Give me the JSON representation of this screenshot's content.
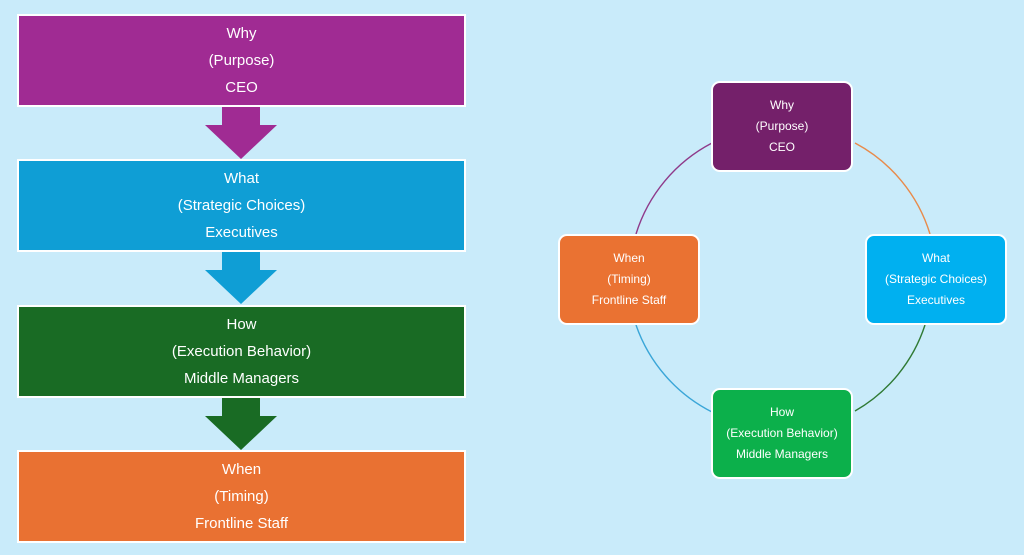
{
  "flow": {
    "why": {
      "line1": "Why",
      "line2": "(Purpose)",
      "line3": "CEO",
      "color": "#a02b93"
    },
    "what": {
      "line1": "What",
      "line2": "(Strategic Choices)",
      "line3": "Executives",
      "color": "#0f9ed5"
    },
    "how": {
      "line1": "How",
      "line2": "(Execution Behavior)",
      "line3": "Middle Managers",
      "color": "#196b24"
    },
    "when": {
      "line1": "When",
      "line2": "(Timing)",
      "line3": "Frontline Staff",
      "color": "#e97132"
    }
  },
  "cycle": {
    "why": {
      "line1": "Why",
      "line2": "(Purpose)",
      "line3": "CEO",
      "color": "#74206a"
    },
    "what": {
      "line1": "What",
      "line2": "(Strategic Choices)",
      "line3": "Executives",
      "color": "#00b0f0"
    },
    "how": {
      "line1": "How",
      "line2": "(Execution Behavior)",
      "line3": "Middle Managers",
      "color": "#0cb04b"
    },
    "when": {
      "line1": "When",
      "line2": "(Timing)",
      "line3": "Frontline Staff",
      "color": "#ea7232"
    }
  }
}
